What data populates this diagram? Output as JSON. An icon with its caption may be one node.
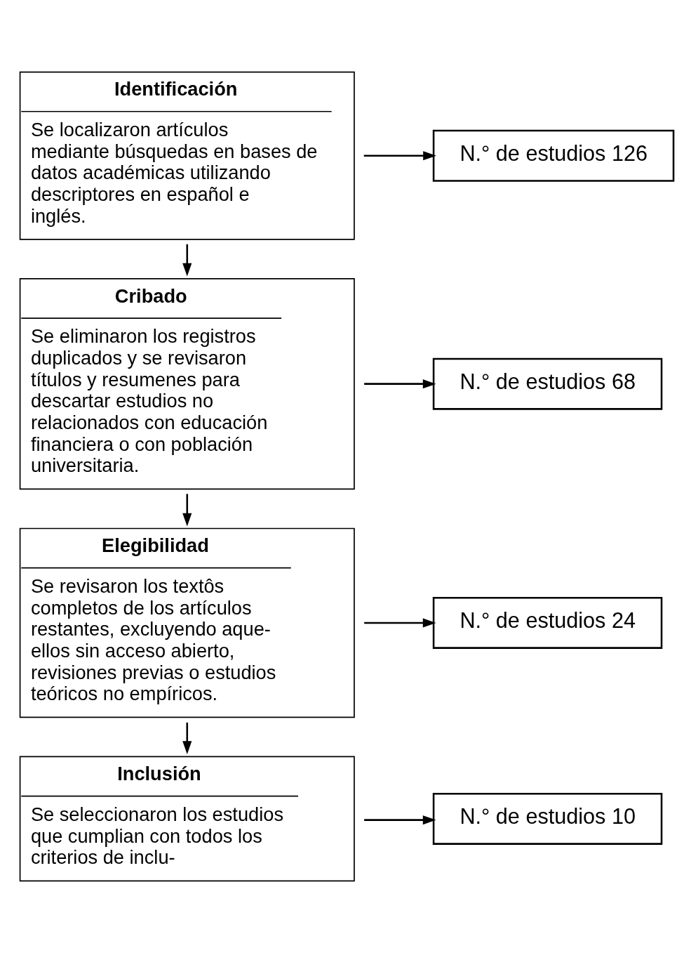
{
  "diagram": {
    "nodes": [
      {
        "text": [
          "Identificación",
          "Se localizaron artículos mediante búsquedas en bases de datos académicas utilizando descriptores en español e inglés."
        ]
      },
      {
        "text": [
          "N.° de estudios 126"
        ]
      },
      {
        "text": [
          "Cribado",
          "Se eliminaron los registros duplicados y se revisaron títulos y resumenes para descartar estudios no relacionados con educación financiera o con población universitaria."
        ]
      },
      {
        "text": [
          "N.° de estudios 68"
        ]
      },
      {
        "text": [
          "Elegibilidad",
          "Se revisaron los textôs completos de los artículos restantes, excluyendo aque- ellos sin acceso abierto, revisiones previas o estudios teóricos no empíricos."
        ]
      },
      {
        "text": [
          "N.° de estudios 24"
        ]
      },
      {
        "text": [
          "Inclusión",
          "Se seleccionaron los estudios que cumplian con todos los criterios de inclu-"
        ]
      },
      {
        "text": [
          "N.° de estudios 10"
        ]
      }
    ],
    "edges": [
      {
        "from": 0,
        "to": 1,
        "arrow": "to"
      },
      {
        "from": 0,
        "to": 2,
        "arrow": "to"
      },
      {
        "from": 2,
        "to": 3,
        "arrow": "to"
      },
      {
        "from": 2,
        "to": 4,
        "arrow": "to"
      },
      {
        "from": 4,
        "to": 5,
        "arrow": "to"
      },
      {
        "from": 4,
        "to": 6,
        "arrow": "to"
      },
      {
        "from": 6,
        "to": 7,
        "arrow": "to"
      }
    ]
  }
}
